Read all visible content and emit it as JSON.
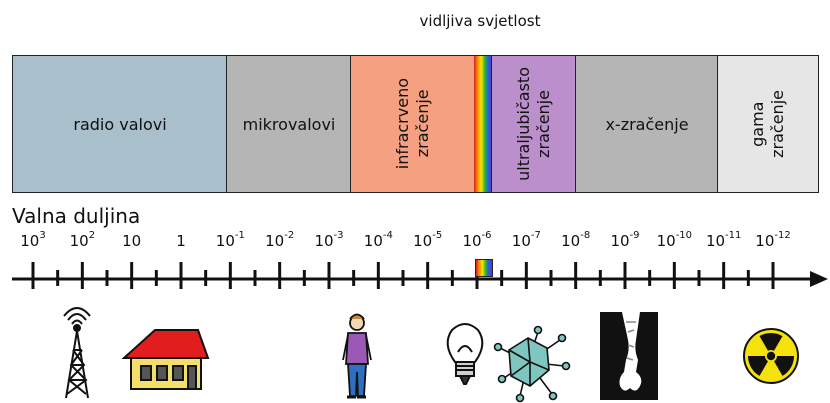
{
  "header": {
    "visible_light_label": "vidljiva svjetlost"
  },
  "axis": {
    "title": "Valna duljina",
    "ticks": [
      {
        "base": "10",
        "exp": "3"
      },
      {
        "base": "10",
        "exp": "2"
      },
      {
        "base": "10",
        "exp": ""
      },
      {
        "base": "1",
        "exp": ""
      },
      {
        "base": "10",
        "exp": "-1"
      },
      {
        "base": "10",
        "exp": "-2"
      },
      {
        "base": "10",
        "exp": "-3"
      },
      {
        "base": "10",
        "exp": "-4"
      },
      {
        "base": "10",
        "exp": "-5"
      },
      {
        "base": "10",
        "exp": "-6"
      },
      {
        "base": "10",
        "exp": "-7"
      },
      {
        "base": "10",
        "exp": "-8"
      },
      {
        "base": "10",
        "exp": "-9"
      },
      {
        "base": "10",
        "exp": "-10"
      },
      {
        "base": "10",
        "exp": "-11"
      },
      {
        "base": "10",
        "exp": "-12"
      }
    ]
  },
  "bands": [
    {
      "id": "radio",
      "label": "radio valovi",
      "lines": [],
      "color": "#a9bfcc"
    },
    {
      "id": "micro",
      "label": "mikrovalovi",
      "lines": [],
      "color": "#b5b5b5"
    },
    {
      "id": "infrared",
      "label": "",
      "lines": [
        "infracrveno",
        "zračenje"
      ],
      "color": "#f5a080"
    },
    {
      "id": "ultraviolet",
      "label": "",
      "lines": [
        "ultraljubičasto",
        "zračenje"
      ],
      "color": "#bb8fcc"
    },
    {
      "id": "xray",
      "label": "x-zračenje",
      "lines": [],
      "color": "#b5b5b5"
    },
    {
      "id": "gamma",
      "label": "",
      "lines": [
        "gama",
        "zračenje"
      ],
      "color": "#e6e6e6"
    }
  ],
  "icons": [
    "radio-tower-icon",
    "house-icon",
    "person-icon",
    "light-bulb-icon",
    "virus-icon",
    "bone-xray-icon",
    "radiation-icon"
  ],
  "colors": {
    "house_roof": "#e11d1d",
    "house_wall": "#f2e06a",
    "person_shirt": "#9b59b6",
    "person_pants": "#2f6fbf",
    "virus": "#7fc6c0",
    "radiation_yellow": "#f5e20a"
  }
}
